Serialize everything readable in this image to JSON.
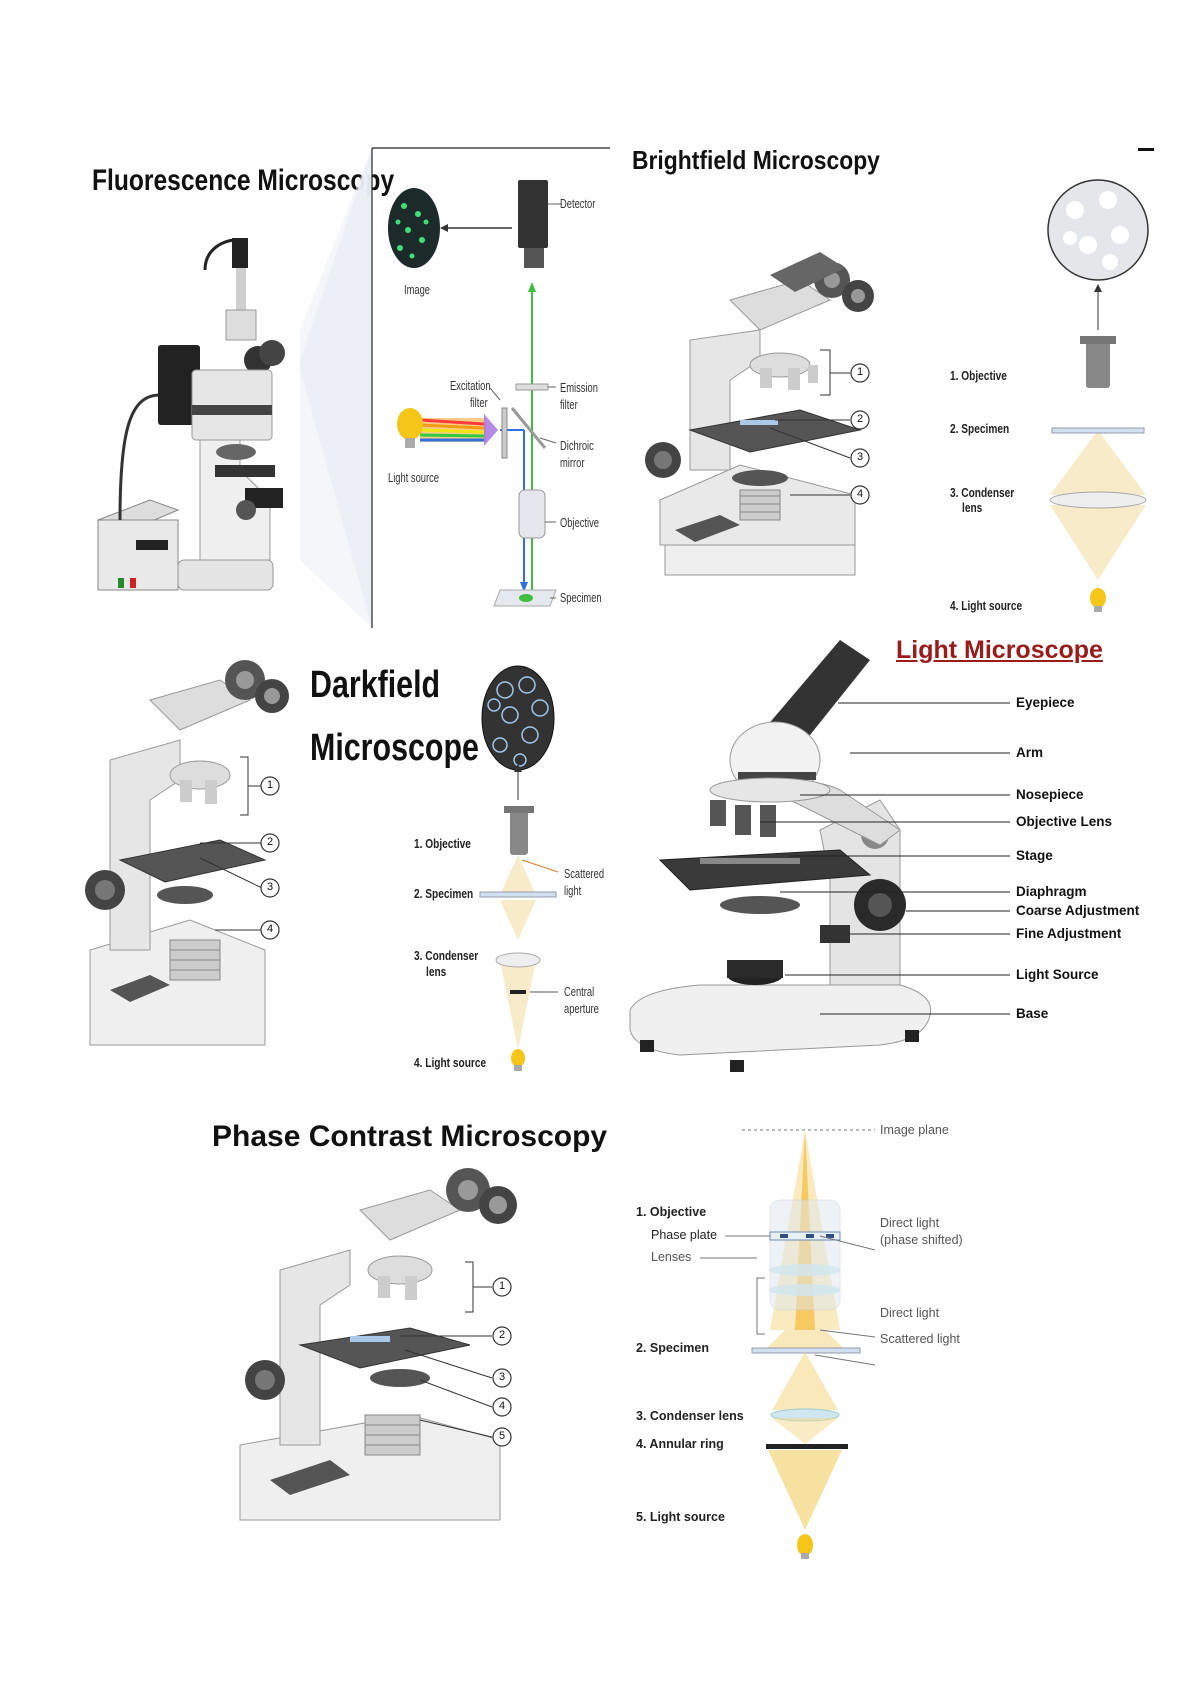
{
  "titles": {
    "fluorescence": "Fluorescence Microscopy",
    "brightfield": "Brightfield  Microscopy",
    "darkfield_line1": "Darkfield",
    "darkfield_line2": "Microscope",
    "light": "Light Microscope",
    "phase": "Phase Contrast Microscopy"
  },
  "fluorescence_diagram": {
    "detector": "Detector",
    "image": "Image",
    "excitation_filter_1": "Excitation",
    "excitation_filter_2": "filter",
    "emission_filter_1": "Emission",
    "emission_filter_2": "filter",
    "dichroic_1": "Dichroic",
    "dichroic_2": "mirror",
    "light_source": "Light source",
    "objective": "Objective",
    "specimen": "Specimen"
  },
  "brightfield_diagram": {
    "callouts": [
      "1",
      "2",
      "3",
      "4"
    ],
    "objective": "1. Objective",
    "specimen": "2. Specimen",
    "condenser_1": "3. Condenser",
    "condenser_2": "lens",
    "light_source": "4. Light source"
  },
  "darkfield_diagram": {
    "callouts": [
      "1",
      "2",
      "3",
      "4"
    ],
    "objective": "1. Objective",
    "specimen": "2. Specimen",
    "scattered_1": "Scattered",
    "scattered_2": "light",
    "condenser_1": "3. Condenser",
    "condenser_2": "lens",
    "central_1": "Central",
    "central_2": "aperture",
    "light_source": "4. Light source"
  },
  "light_microscope": {
    "parts": [
      "Eyepiece",
      "Arm",
      "Nosepiece",
      "Objective Lens",
      "Stage",
      "Diaphragm",
      "Coarse Adjustment",
      "Fine Adjustment",
      "Light Source",
      "Base"
    ]
  },
  "phase_diagram": {
    "callouts": [
      "1",
      "2",
      "3",
      "4",
      "5"
    ],
    "image_plane": "Image plane",
    "objective": "1. Objective",
    "phase_plate": "Phase plate",
    "lenses": "Lenses",
    "direct_shifted_1": "Direct light",
    "direct_shifted_2": "(phase shifted)",
    "direct_light": "Direct light",
    "scattered_light": "Scattered light",
    "specimen": "2. Specimen",
    "condenser": "3. Condenser lens",
    "annular": "4. Annular ring",
    "light_source": "5. Light source"
  },
  "colors": {
    "light_title": "#9b1b1b",
    "beam": "#f5d98a",
    "bulb": "#f5c518",
    "green_path": "#3fbf3f",
    "blue_path": "#2f6fe0"
  }
}
